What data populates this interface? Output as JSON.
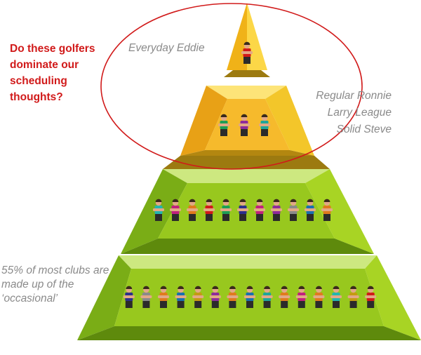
{
  "question": "Do these golfers dominate our scheduling thoughts?",
  "tiers": [
    {
      "label": "Everyday Eddie",
      "golfers": [
        "#d11a1a"
      ]
    },
    {
      "labels": [
        "Regular Ronnie",
        "Larry League",
        "Solid Steve"
      ],
      "golfers": [
        "#1e9e55",
        "#8e2a9c",
        "#1ea59a"
      ]
    },
    {
      "golfers": [
        "#22b5b0",
        "#c2207e",
        "#e07a1e",
        "#d11a1a",
        "#1e9e55",
        "#2c2f8c",
        "#c2207e",
        "#8e2a9c",
        "#8a8a8a",
        "#1a6fb0",
        "#e07a1e"
      ]
    },
    {
      "label": "55% of most clubs are made up of the ‘occasional’",
      "golfers": [
        "#2c2f8c",
        "#8a8a8a",
        "#e07a1e",
        "#1a6fb0",
        "#c49a12",
        "#8e2a9c",
        "#e07a1e",
        "#1a6fb0",
        "#1ea59a",
        "#e07a1e",
        "#c2207e",
        "#e07a1e",
        "#22b5b0",
        "#c49a12",
        "#d11a1a"
      ]
    }
  ],
  "colors": {
    "highlight_ellipse": "#d11a1a",
    "top_tiers": "#f7c21e",
    "bottom_tiers": "#8cc21e"
  }
}
